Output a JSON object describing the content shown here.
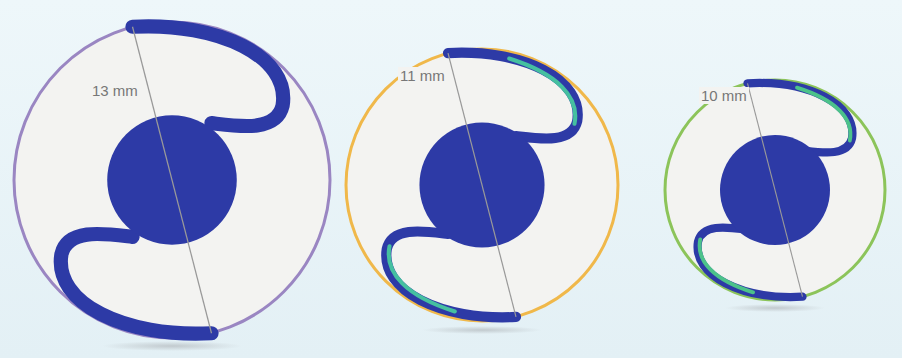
{
  "diagram": {
    "labels": [
      "13 mm",
      "11 mm",
      "10 mm"
    ]
  }
}
